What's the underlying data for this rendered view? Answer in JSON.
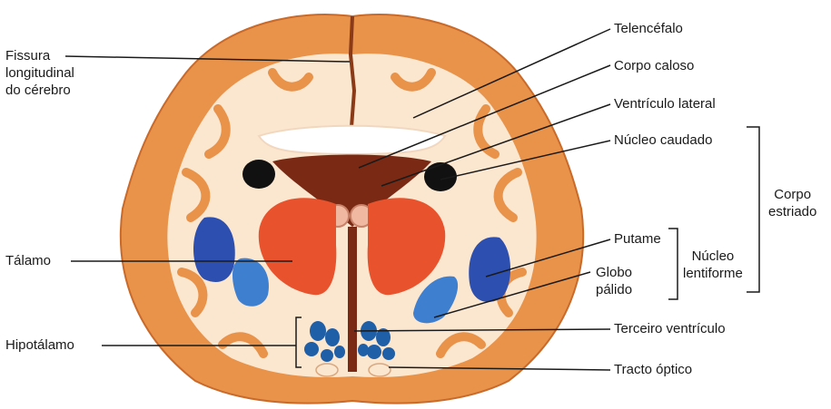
{
  "labels": {
    "fissura": "Fissura\nlongitudinal\ndo cérebro",
    "talamo": "Tálamo",
    "hipotalamo": "Hipotálamo",
    "telencefalo": "Telencéfalo",
    "corpo_caloso": "Corpo caloso",
    "ventriculo_lateral": "Ventrículo lateral",
    "nucleo_caudado": "Núcleo caudado",
    "putame": "Putame",
    "globo_palido": "Globo\npálido",
    "terceiro_ventriculo": "Terceiro ventrículo",
    "tracto_optico": "Tracto óptico",
    "corpo_estriado": "Corpo\nestriado",
    "nucleo_lentiforme": "Núcleo\nlentiforme"
  },
  "colors": {
    "cortex": "#e8924a",
    "white_matter": "#fbe6cf",
    "thalamus": "#e8522c",
    "caudate_dark": "#7a2a14",
    "putamen": "#2d4fb0",
    "globus_pallidus": "#3f7fd0",
    "hypothalamus": "#1f5fa8",
    "ventricle": "#111111"
  }
}
